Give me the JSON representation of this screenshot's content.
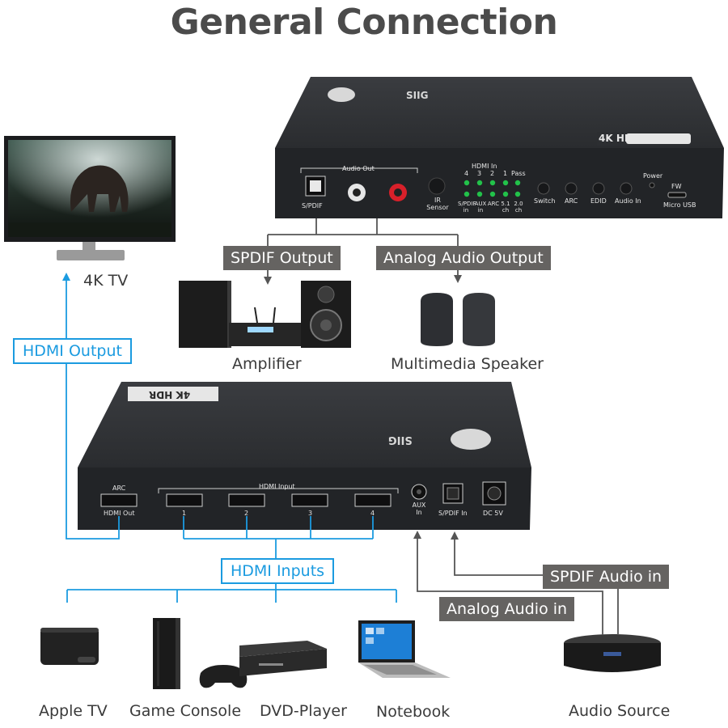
{
  "title": "General Connection",
  "top_device": {
    "brand": "SIIG",
    "badge": "4K HDR",
    "audio_out": "Audio Out",
    "spdif": "S/PDIF",
    "ir_sensor": "IR Sensor",
    "hdmi_in": "HDMI In",
    "hdmi_numbers": [
      "4",
      "3",
      "2",
      "1"
    ],
    "pass": "Pass",
    "led_labels": [
      "S/PDIF in",
      "AUX in",
      "ARC",
      "5.1 ch",
      "2.0 ch"
    ],
    "buttons": [
      "Switch",
      "ARC",
      "EDID",
      "Audio In"
    ],
    "power": "Power",
    "fw": "FW",
    "micro_usb": "Micro USB"
  },
  "bottom_device": {
    "brand": "SIIG",
    "badge": "4K HDR",
    "arc": "ARC",
    "hdmi_out": "HDMI Out",
    "hdmi_input": "HDMI Input",
    "port_numbers": [
      "1",
      "2",
      "3",
      "4"
    ],
    "aux_in": "AUX In",
    "spdif_in": "S/PDIF In",
    "dc": "DC 5V"
  },
  "tags": {
    "spdif_output": "SPDIF Output",
    "analog_audio_output": "Analog Audio Output",
    "hdmi_output": "HDMI Output",
    "hdmi_inputs": "HDMI Inputs",
    "spdif_audio_in": "SPDIF Audio in",
    "analog_audio_in": "Analog Audio in"
  },
  "labels": {
    "tv": "4K TV",
    "amplifier": "Amplifier",
    "speaker": "Multimedia Speaker",
    "apple_tv": "Apple TV",
    "game_console": "Game Console",
    "dvd_player": "DVD-Player",
    "notebook": "Notebook",
    "audio_source": "Audio Source"
  },
  "colors": {
    "accent_blue": "#1b9be0",
    "tag_gray": "#656361",
    "device_body": "#2b2d30",
    "led_green": "#22c24a"
  }
}
